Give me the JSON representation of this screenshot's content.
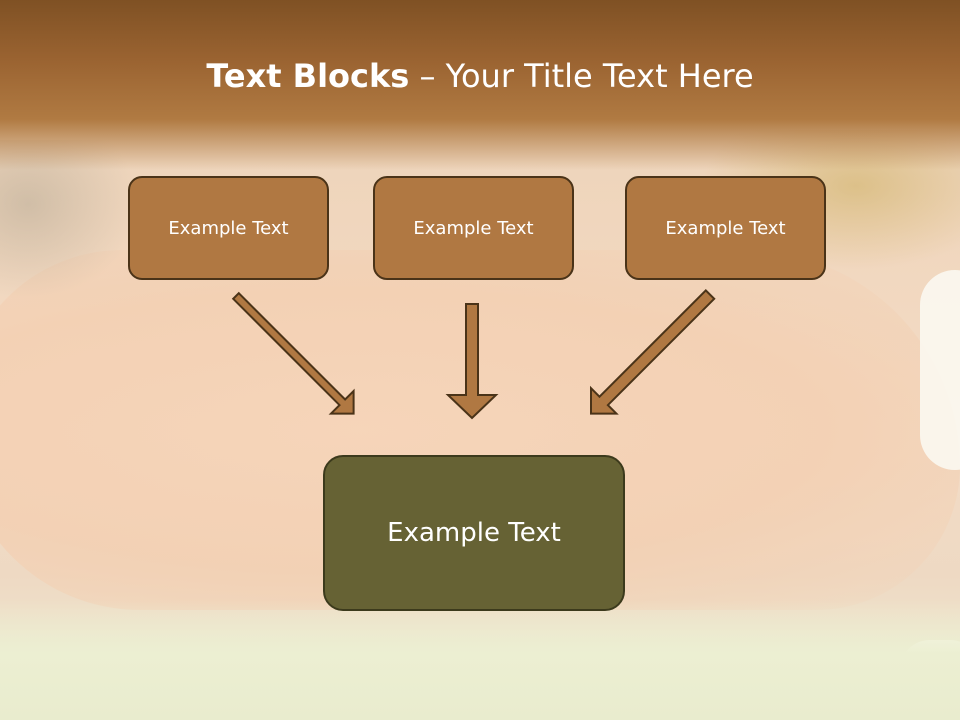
{
  "slide": {
    "title_bold": "Text Blocks",
    "title_dash": " – ",
    "title_rest": "Your Title Text Here"
  },
  "boxes": {
    "top_left": "Example Text",
    "top_center": "Example Text",
    "top_right": "Example Text",
    "bottom": "Example Text"
  },
  "colors": {
    "header": "#9a6331",
    "top_box_fill": "#b07842",
    "bottom_box_fill": "#666234",
    "arrow_fill": "#b07842",
    "border": "#4a3318"
  }
}
